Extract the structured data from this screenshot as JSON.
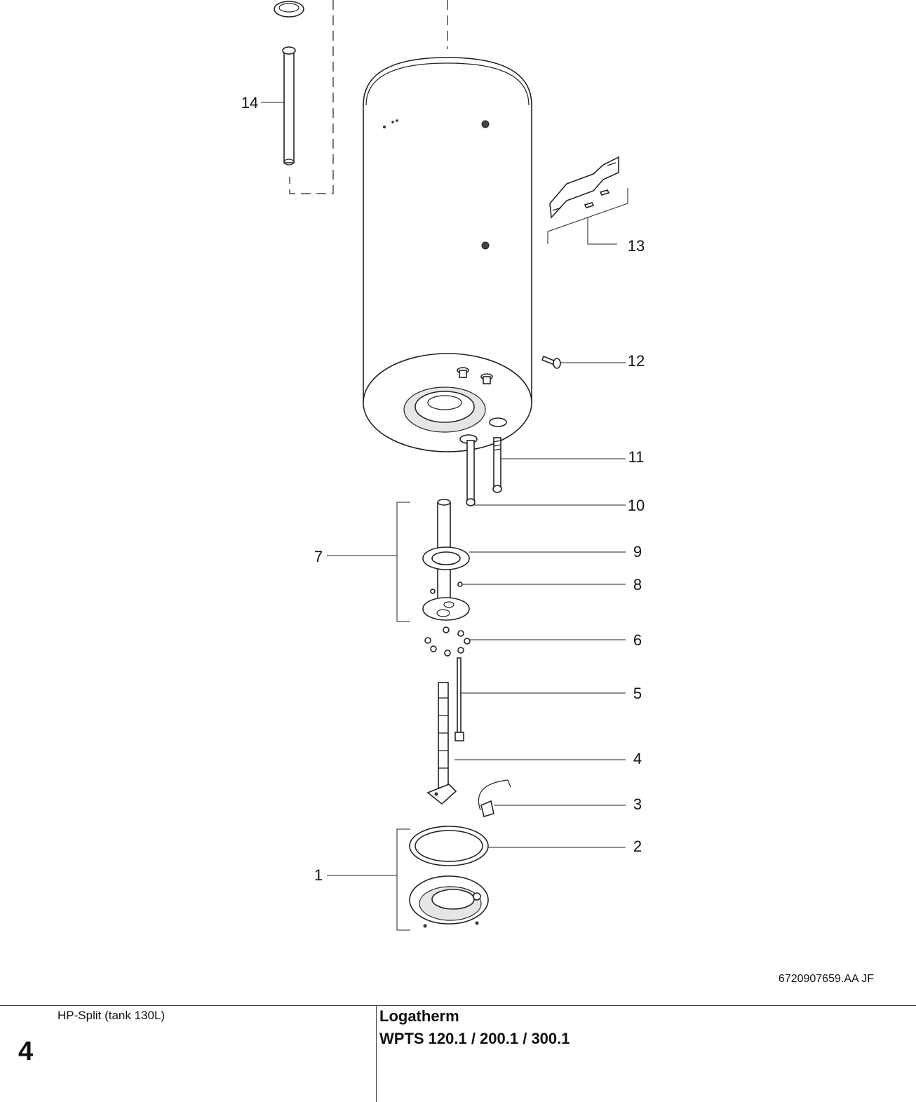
{
  "diagram": {
    "callouts": [
      "1",
      "2",
      "3",
      "4",
      "5",
      "6",
      "7",
      "8",
      "9",
      "10",
      "11",
      "12",
      "13",
      "14"
    ],
    "drawing_code": "6720907659.AA   JF"
  },
  "footer": {
    "label": "HP-Split (tank 130L)",
    "page_number": "4",
    "brand": "Logatherm",
    "model": "WPTS 120.1 / 200.1 / 300.1"
  }
}
